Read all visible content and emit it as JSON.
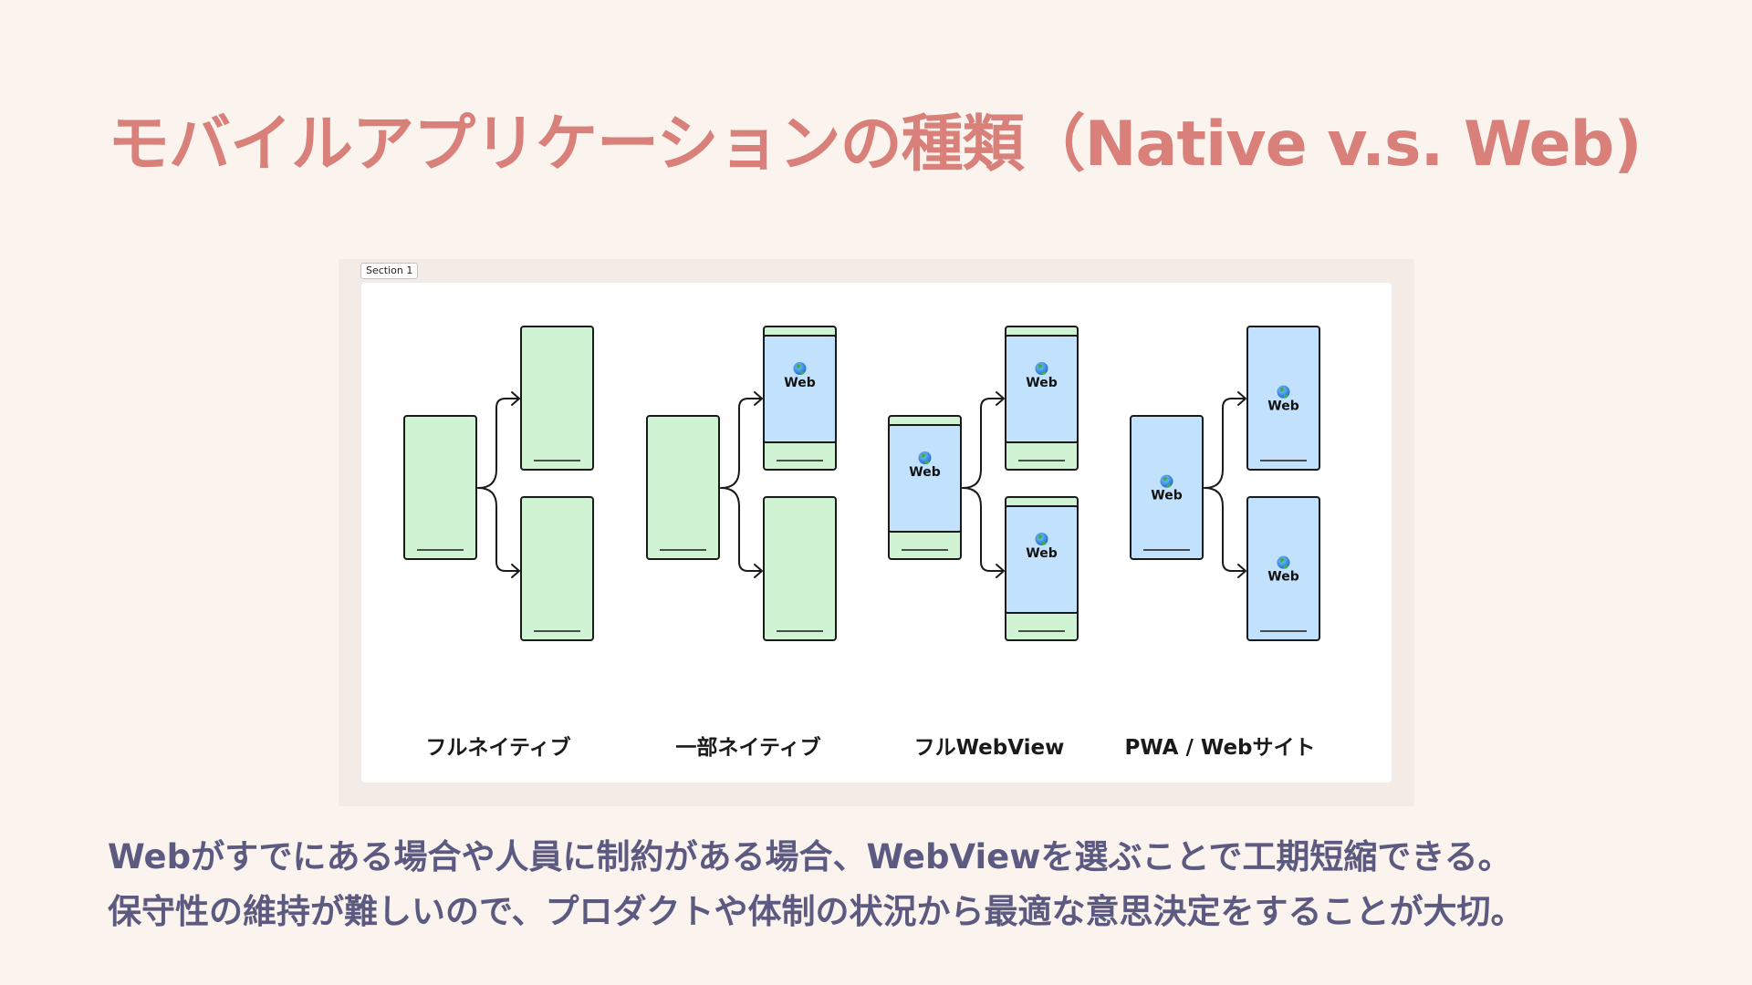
{
  "slide": {
    "title": "モバイルアプリケーションの種類（Native v.s. Web)"
  },
  "diagram": {
    "section_label": "Section 1",
    "web_label": "Web",
    "captions": [
      "フルネイティブ",
      "一部ネイティブ",
      "フルWebView",
      "PWA / Webサイト"
    ],
    "colors": {
      "native_fill": "#cff3d3",
      "web_fill": "#c2e1fc",
      "stroke": "#1a1a1a"
    },
    "globe_icon": "globe-icon"
  },
  "body": {
    "line1": "Webがすでにある場合や人員に制約がある場合、WebViewを選ぶことで工期短縮できる。",
    "line2": "保守性の維持が難しいので、プロダクトや体制の状況から最適な意思決定をすることが大切。"
  }
}
